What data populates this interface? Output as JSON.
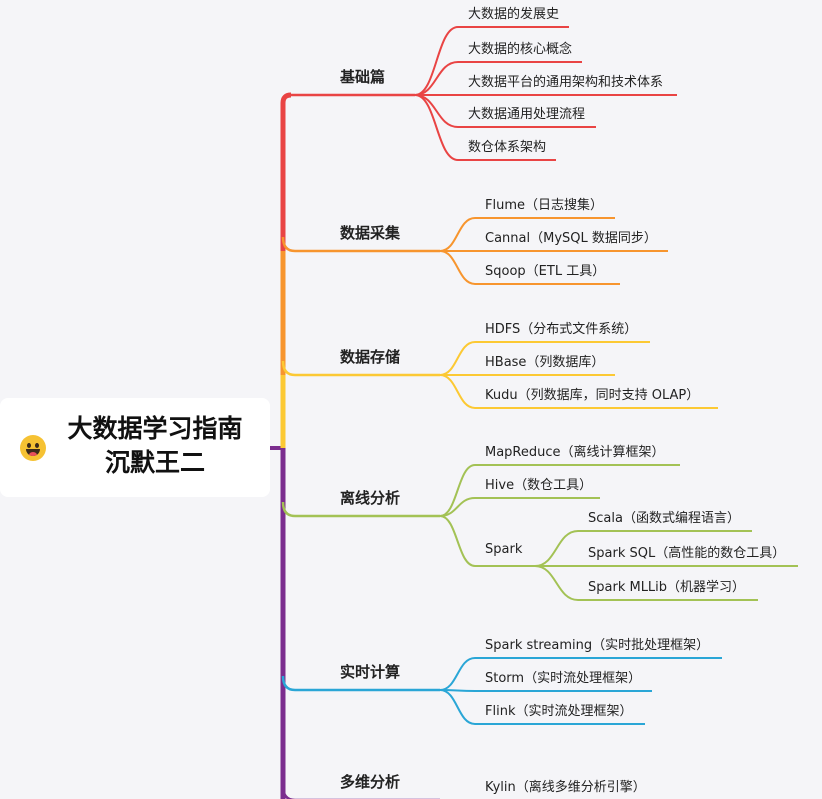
{
  "root": {
    "line1": "大数据学习指南",
    "line2": "沉默王二",
    "icon": "grinning-face-icon"
  },
  "colors": {
    "basic": "#e94444",
    "collect": "#f7952e",
    "storage": "#fcc934",
    "offline": "#a3c255",
    "realtime": "#2aa6d6",
    "olap": "#7b2d8e",
    "trunk_bottom": "#7b2d8e"
  },
  "branches": [
    {
      "title": "基础篇",
      "color_key": "basic",
      "children": [
        {
          "label": "大数据的发展史"
        },
        {
          "label": "大数据的核心概念"
        },
        {
          "label": "大数据平台的通用架构和技术体系"
        },
        {
          "label": "大数据通用处理流程"
        },
        {
          "label": "数仓体系架构"
        }
      ]
    },
    {
      "title": "数据采集",
      "color_key": "collect",
      "children": [
        {
          "label": "Flume（日志搜集）"
        },
        {
          "label": "Cannal（MySQL 数据同步）"
        },
        {
          "label": "Sqoop（ETL 工具）"
        }
      ]
    },
    {
      "title": "数据存储",
      "color_key": "storage",
      "children": [
        {
          "label": "HDFS（分布式文件系统）"
        },
        {
          "label": "HBase（列数据库）"
        },
        {
          "label": "Kudu（列数据库，同时支持 OLAP）"
        }
      ]
    },
    {
      "title": "离线分析",
      "color_key": "offline",
      "children": [
        {
          "label": "MapReduce（离线计算框架）"
        },
        {
          "label": "Hive（数仓工具）"
        },
        {
          "label": "Spark",
          "children": [
            {
              "label": "Scala（函数式编程语言）"
            },
            {
              "label": "Spark SQL（高性能的数仓工具）"
            },
            {
              "label": "Spark MLLib（机器学习）"
            }
          ]
        }
      ]
    },
    {
      "title": "实时计算",
      "color_key": "realtime",
      "children": [
        {
          "label": "Spark streaming（实时批处理框架）"
        },
        {
          "label": "Storm（实时流处理框架）"
        },
        {
          "label": "Flink（实时流处理框架）"
        }
      ]
    },
    {
      "title": "多维分析",
      "color_key": "olap",
      "children": [
        {
          "label": "Kylin（离线多维分析引擎）"
        }
      ]
    }
  ]
}
